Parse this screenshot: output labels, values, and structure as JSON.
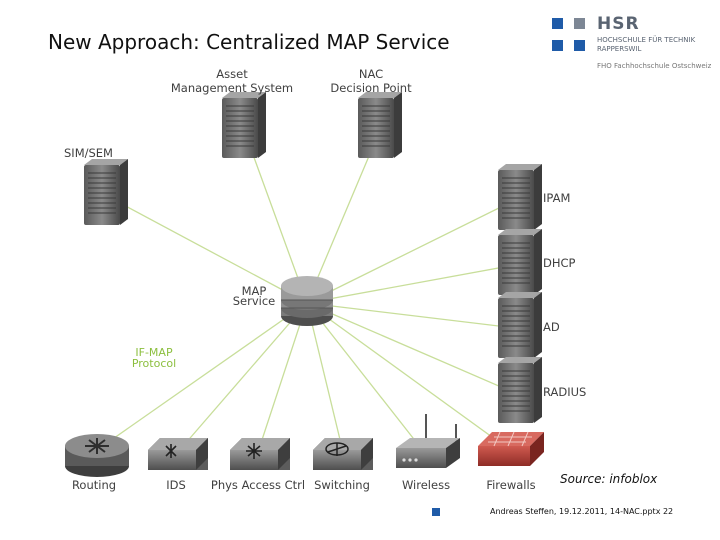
{
  "slide": {
    "title": "New Approach:  Centralized MAP Service",
    "source": "Source:  infoblox",
    "footer": "Andreas Steffen, 19.12.2011, 14-NAC.pptx 22"
  },
  "logo": {
    "name": "HSR",
    "line1": "HOCHSCHULE FÜR TECHNIK",
    "line2": "RAPPERSWIL",
    "line3": "FHO Fachhochschule Ostschweiz",
    "color_blue": "#1f5ba8",
    "color_gray": "#7d8795"
  },
  "diagram": {
    "hub": {
      "label_line1": "MAP",
      "label_line2": "Service"
    },
    "protocol": {
      "label_line1": "IF-MAP",
      "label_line2": "Protocol"
    },
    "top_servers": [
      {
        "label_line1": "Asset",
        "label_line2": "Management System"
      },
      {
        "label_line1": "NAC",
        "label_line2": "Decision Point"
      }
    ],
    "left_server": {
      "label": "SIM/SEM"
    },
    "right_servers": [
      {
        "label": "IPAM"
      },
      {
        "label": "DHCP"
      },
      {
        "label": "AD"
      },
      {
        "label": "RADIUS"
      }
    ],
    "devices": [
      {
        "label": "Routing"
      },
      {
        "label": "IDS"
      },
      {
        "label": "Phys Access Ctrl"
      },
      {
        "label": "Switching"
      },
      {
        "label": "Wireless"
      },
      {
        "label": "Firewalls"
      }
    ],
    "colors": {
      "line": "#c8de9a",
      "server": "#6b6b6b",
      "hub": "#8a8a8a",
      "firewall": "#b8433c"
    }
  }
}
